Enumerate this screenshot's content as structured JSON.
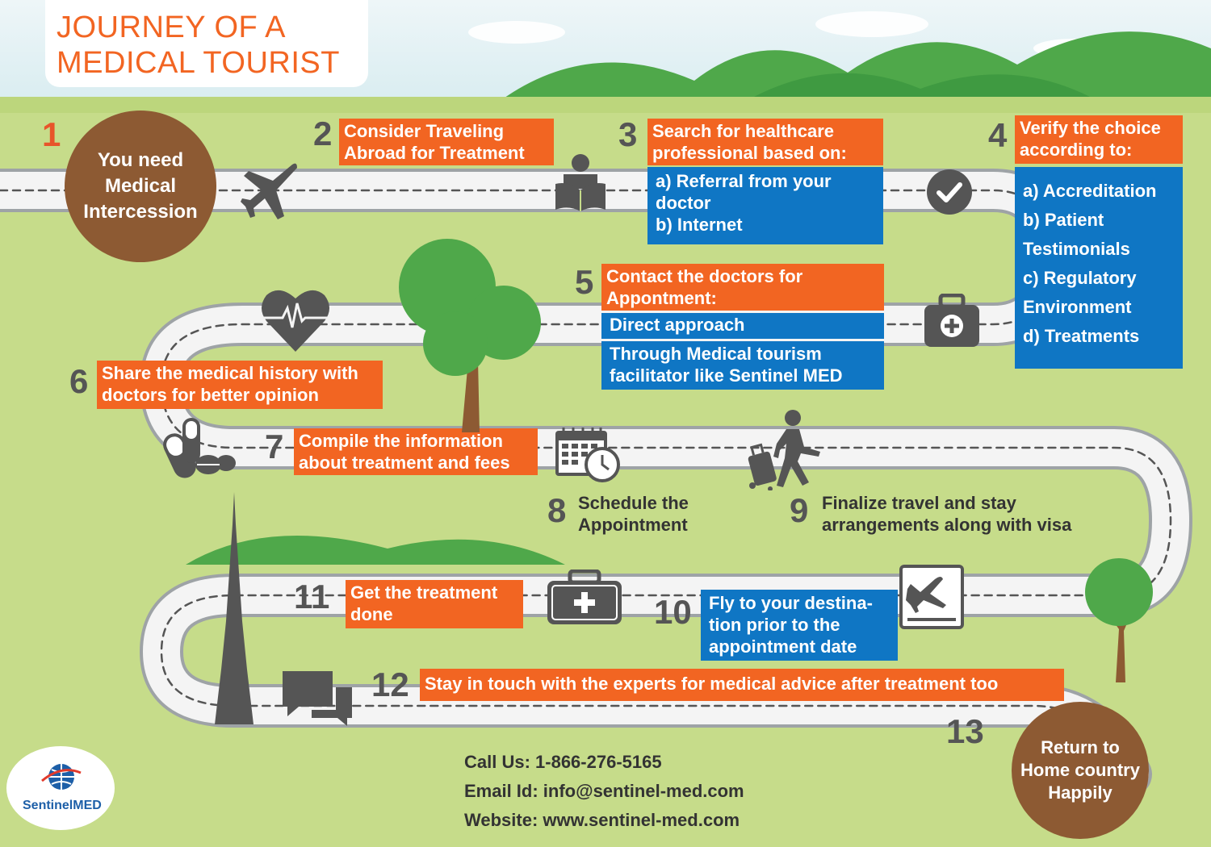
{
  "title": "JOURNEY OF A\nMEDICAL TOURIST",
  "colors": {
    "orange": "#f26522",
    "blue": "#0f76c4",
    "brown": "#8d5a33",
    "grass": "#c6dc8a",
    "road": "#f4f4f4"
  },
  "steps": [
    {
      "num": "1",
      "text": "You need\nMedical\nIntercession"
    },
    {
      "num": "2",
      "text": "Consider Traveling\nAbroad for Treatment"
    },
    {
      "num": "3",
      "text": "Search for healthcare\nprofessional based on:",
      "items": [
        "a) Referral from your\n    doctor\nb) Internet"
      ]
    },
    {
      "num": "4",
      "text": "Verify the choice\naccording to:",
      "items": [
        "a) Accreditation\nb) Patient\n     Testimonials\nc) Regulatory\n     Environment\nd) Treatments"
      ]
    },
    {
      "num": "5",
      "text": "Contact the doctors for\nAppontment:",
      "items": [
        "Direct approach",
        "Through Medical tourism\nfacilitator like Sentinel MED"
      ]
    },
    {
      "num": "6",
      "text": "Share the medical history with\ndoctors for better opinion"
    },
    {
      "num": "7",
      "text": "Compile the information\nabout treatment and fees"
    },
    {
      "num": "8",
      "text": "Schedule the\nAppointment"
    },
    {
      "num": "9",
      "text": "Finalize travel and stay\narrangements along with visa"
    },
    {
      "num": "10",
      "text": "Fly to your destina-\ntion prior to the\nappointment date"
    },
    {
      "num": "11",
      "text": "Get the treatment\ndone"
    },
    {
      "num": "12",
      "text": "Stay in touch with the experts for medical advice after treatment too"
    },
    {
      "num": "13",
      "text": "Return to\nHome country\nHappily"
    }
  ],
  "contact": {
    "phone": "Call Us: 1-866-276-5165",
    "email": "Email Id: info@sentinel-med.com",
    "website": "Website: www.sentinel-med.com"
  },
  "logo": {
    "text": "SentinelMED"
  },
  "icons": [
    "airplane-icon",
    "reader-icon",
    "checkmark-icon",
    "heart-pulse-icon",
    "first-aid-kit-icon",
    "pills-icon",
    "calendar-clock-icon",
    "traveler-luggage-icon",
    "medical-kit-icon",
    "airplane-landing-icon",
    "chat-bubbles-icon",
    "tower-icon",
    "tree-icon"
  ]
}
